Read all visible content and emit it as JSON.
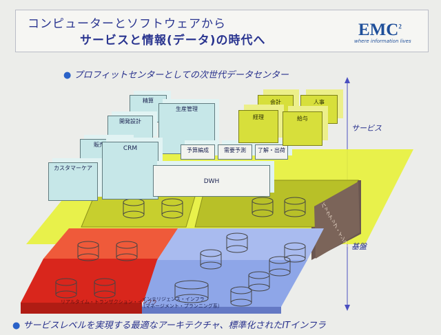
{
  "header": {
    "title_line1": "コンピューターとソフトウェアから",
    "title_line2": "サービスと情報(データ)の時代へ",
    "logo": "EMC",
    "logo_sup": "2",
    "tagline": "where information lives"
  },
  "subtitle": "プロフィットセンターとしての次世代データセンター",
  "services": {
    "boxes": [
      "精算",
      "生産管理",
      "開発設計",
      "販売管理",
      "CRM",
      "カスタマーケア",
      "DWH",
      "予算編成",
      "需要予測",
      "了解・出荷"
    ],
    "green_boxes": [
      "会計",
      "人事",
      "経理",
      "給与"
    ]
  },
  "side_labels": {
    "service": "サービス",
    "foundation": "基盤",
    "vertical_panel": "バックアップ・インフラ"
  },
  "infra_labels": {
    "red": "リアルタイム・トランザクション・インフラ",
    "blue_line1": "インテリジェンス・インフラ",
    "blue_line2": "（マネージメント・プランニング系）"
  },
  "footer": "サービスレベルを実現する最適なアーキテクチャ、標準化されたITインフラ",
  "colors": {
    "title": "#2a3590",
    "yellow_layer": "#e8f13a",
    "red_block": "#d9261c",
    "blue_block": "#8ea6e8",
    "green_block": "#d7df3b",
    "box": "#c6e7e8"
  }
}
